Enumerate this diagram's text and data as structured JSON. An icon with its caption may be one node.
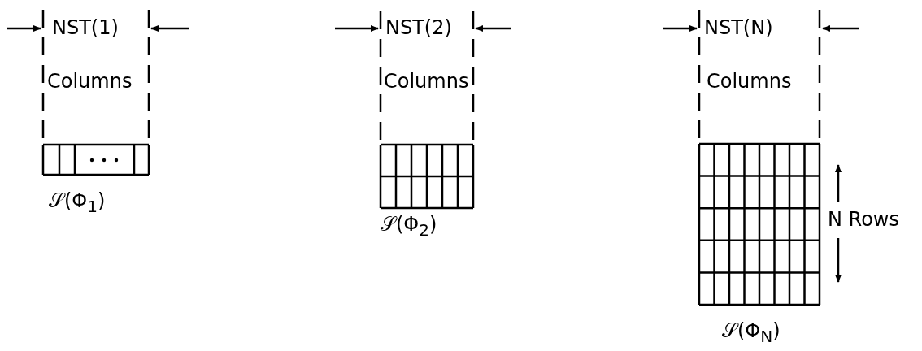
{
  "diagram": {
    "labels": [
      "NST(1)",
      "Columns",
      "𝒮(Φ$_{1}$)",
      "NST(2)",
      "Columns",
      "𝒮(Φ$_{2}$)",
      "NST(N)",
      "Columns",
      "N Rows",
      "𝒮(Φ$_{N}$)"
    ]
  }
}
